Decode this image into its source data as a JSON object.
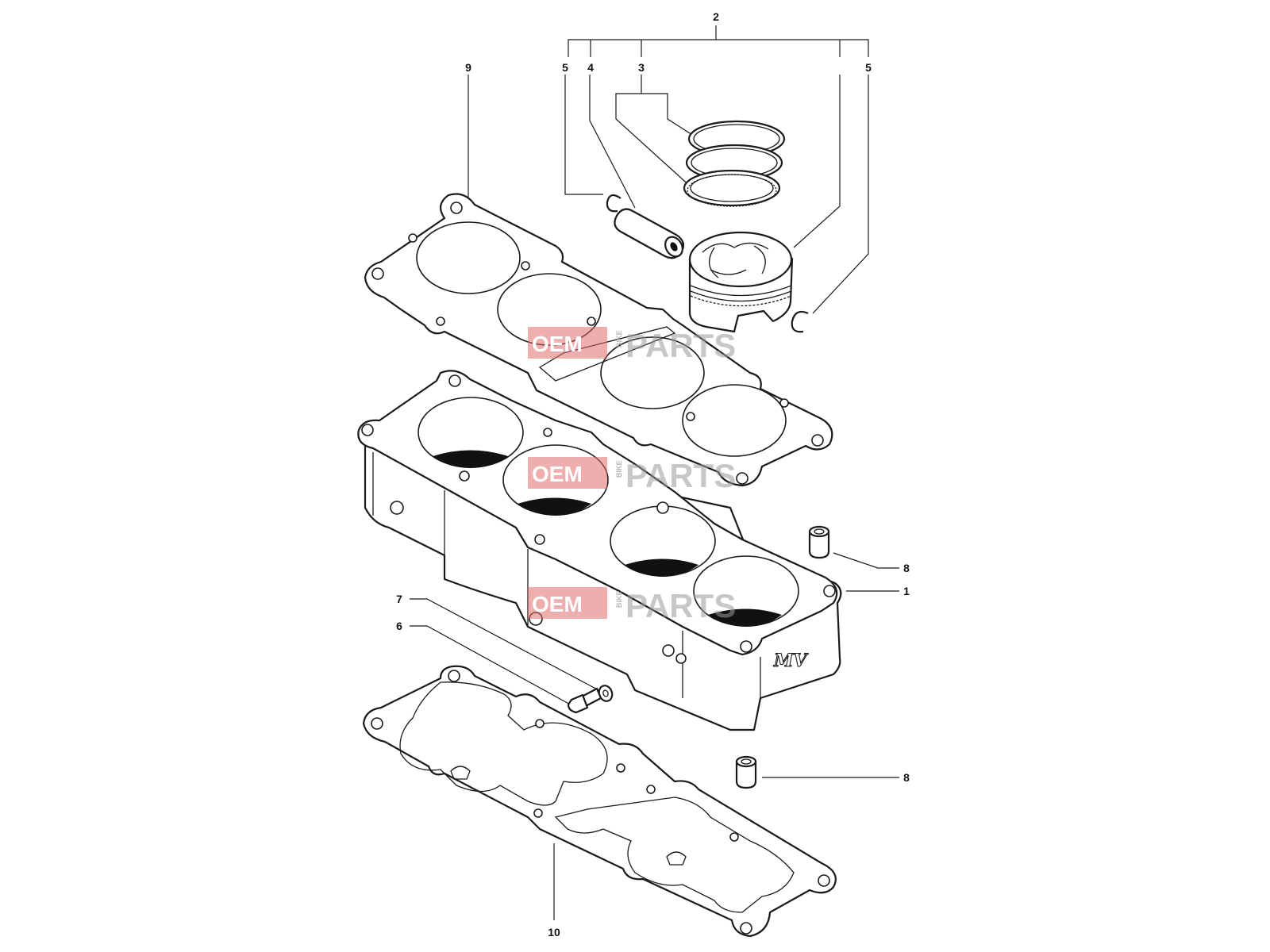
{
  "diagram": {
    "callouts": [
      {
        "id": "c1",
        "label": "1"
      },
      {
        "id": "c2",
        "label": "2"
      },
      {
        "id": "c3",
        "label": "3"
      },
      {
        "id": "c4",
        "label": "4"
      },
      {
        "id": "c5a",
        "label": "5"
      },
      {
        "id": "c5b",
        "label": "5"
      },
      {
        "id": "c6",
        "label": "6"
      },
      {
        "id": "c7",
        "label": "7"
      },
      {
        "id": "c8a",
        "label": "8"
      },
      {
        "id": "c8b",
        "label": "8"
      },
      {
        "id": "c9",
        "label": "9"
      },
      {
        "id": "c10",
        "label": "10"
      }
    ],
    "parts": [
      {
        "ref": "1",
        "icon": "cylinder-block-icon"
      },
      {
        "ref": "2",
        "icon": "piston-assembly-icon"
      },
      {
        "ref": "3",
        "icon": "piston-rings-icon"
      },
      {
        "ref": "4",
        "icon": "piston-pin-icon"
      },
      {
        "ref": "5",
        "icon": "circlip-icon"
      },
      {
        "ref": "6",
        "icon": "bolt-icon"
      },
      {
        "ref": "7",
        "icon": "washer-icon"
      },
      {
        "ref": "8",
        "icon": "dowel-pin-icon"
      },
      {
        "ref": "9",
        "icon": "head-gasket-icon"
      },
      {
        "ref": "10",
        "icon": "base-gasket-icon"
      }
    ],
    "watermark": {
      "oem": "OEM",
      "bike": "BIKE",
      "parts": "PARTS",
      "color": "#e26b6b"
    },
    "logo": {
      "text": "MV"
    }
  }
}
